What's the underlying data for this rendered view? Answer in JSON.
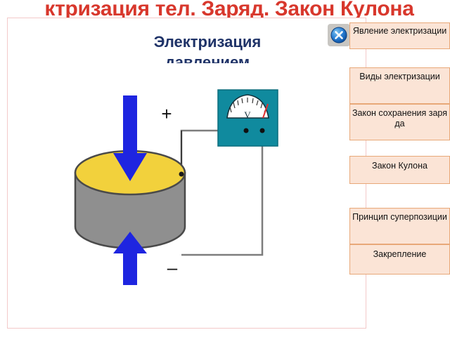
{
  "slide": {
    "title": "ктризация тел. Заряд. Закон Кулона",
    "heading_line1": "Электризация",
    "heading_line2": "давлением"
  },
  "diagram": {
    "name": "piezoelectric-pressure-electrification",
    "plus_sign": "+",
    "minus_sign": "–",
    "meter_label": "V",
    "colors": {
      "cylinder_top": "#f2d13c",
      "cylinder_body": "#8f8f8f",
      "arrow": "#1e25e0",
      "meter_body": "#108a9e",
      "needle": "#e03030",
      "wire": "#7d7d7d"
    }
  },
  "menu": {
    "close_icon": "close-circle-icon",
    "items": [
      {
        "label": "Явление электризации"
      },
      {
        "label": "Виды электризации"
      },
      {
        "label": "Закон сохранения заряда"
      },
      {
        "label": "Закон Кулона"
      },
      {
        "label": "Принцип суперпозиции"
      },
      {
        "label": "Закрепление"
      }
    ]
  },
  "colors": {
    "title_red": "#d8372c",
    "heading_blue": "#1f3368",
    "button_fill": "#fbe4d6",
    "button_border": "#e8a878",
    "frame_border": "#f3c9c9"
  }
}
